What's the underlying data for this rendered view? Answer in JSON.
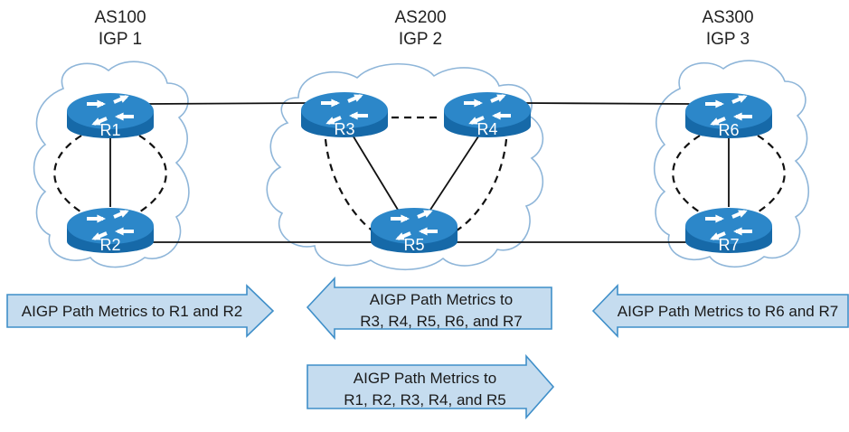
{
  "colors": {
    "cloud_stroke": "#8fb6d9",
    "router_top": "#2c87c9",
    "router_side": "#1669a8",
    "router_icon": "#ffffff",
    "link": "#111111",
    "arrow_fill": "#c5dcef",
    "arrow_stroke": "#3f8fc9",
    "text": "#1a1a1a"
  },
  "autonomous_systems": [
    {
      "id": "as100",
      "name": "AS100",
      "igp": "IGP 1",
      "routers": [
        "R1",
        "R2"
      ]
    },
    {
      "id": "as200",
      "name": "AS200",
      "igp": "IGP 2",
      "routers": [
        "R3",
        "R4",
        "R5"
      ]
    },
    {
      "id": "as300",
      "name": "AS300",
      "igp": "IGP 3",
      "routers": [
        "R6",
        "R7"
      ]
    }
  ],
  "routers": [
    "R1",
    "R2",
    "R3",
    "R4",
    "R5",
    "R6",
    "R7"
  ],
  "links": {
    "solid": [
      [
        "R1",
        "R3"
      ],
      [
        "R2",
        "R5"
      ],
      [
        "R4",
        "R6"
      ],
      [
        "R5",
        "R7"
      ],
      [
        "R1",
        "R2"
      ],
      [
        "R6",
        "R7"
      ],
      [
        "R3",
        "R5"
      ],
      [
        "R4",
        "R5"
      ]
    ],
    "dashed": [
      [
        "R1",
        "R2"
      ],
      [
        "R6",
        "R7"
      ],
      [
        "R3",
        "R4"
      ],
      [
        "R3",
        "R5"
      ],
      [
        "R4",
        "R5"
      ]
    ]
  },
  "arrows": [
    {
      "id": "arrow-as100",
      "direction": "right",
      "lines": [
        "AIGP Path Metrics to R1 and R2"
      ]
    },
    {
      "id": "arrow-as200-left",
      "direction": "left",
      "lines": [
        "AIGP Path Metrics to",
        "R3, R4, R5, R6, and R7"
      ]
    },
    {
      "id": "arrow-as300",
      "direction": "left",
      "lines": [
        "AIGP Path Metrics to R6 and R7"
      ]
    },
    {
      "id": "arrow-as200-right",
      "direction": "right",
      "lines": [
        "AIGP Path Metrics to",
        "R1, R2, R3, R4, and R5"
      ]
    }
  ]
}
